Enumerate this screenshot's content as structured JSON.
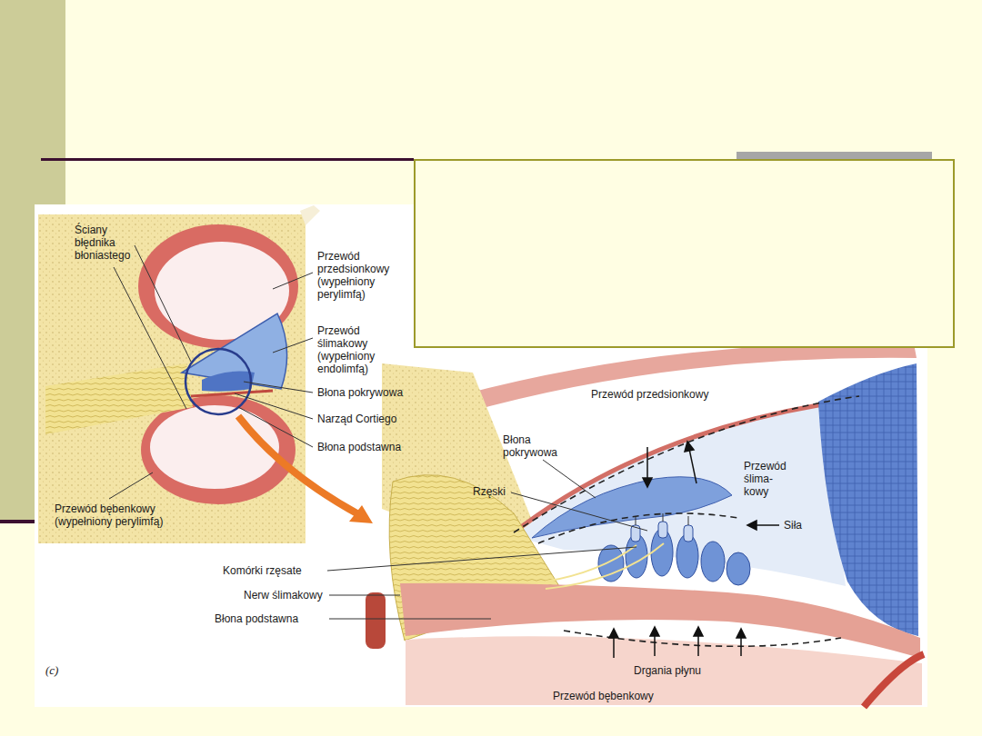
{
  "diagram": {
    "labels": [
      "Ściany błędnika błoniastego",
      "Przewód przedsionkowy (wypełniony perylimfą)",
      "Przewód ślimakowy (wypełniony endolimfą)",
      "Błona pokrywowa",
      "Narząd Cortiego",
      "Błona podstawna",
      "Przewód bębenkowy (wypełniony perylimfą)",
      "Przewód przedsionkowy",
      "Błona pokrywowa",
      "Rzęski",
      "Przewód ślima- kowy",
      "Siła",
      "Komórki rzęsate",
      "Nerw ślimakowy",
      "Błona podstawna",
      "(c)",
      "Drgania płynu",
      "Przewód bębenkowy"
    ]
  }
}
